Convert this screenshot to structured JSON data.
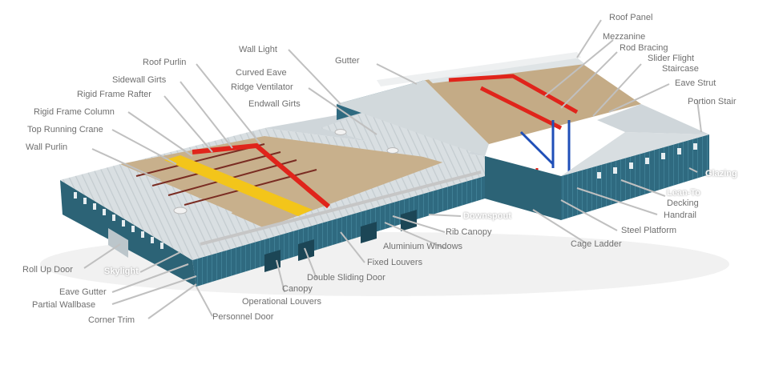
{
  "labels": [
    {
      "id": "roof-panel",
      "text": "Roof Panel"
    },
    {
      "id": "mezzanine",
      "text": "Mezzanine"
    },
    {
      "id": "rod-bracing",
      "text": "Rod Bracing"
    },
    {
      "id": "slider-flight",
      "text": "Slider Flight"
    },
    {
      "id": "staircase",
      "text": "Staircase"
    },
    {
      "id": "eave-strut",
      "text": "Eave Strut"
    },
    {
      "id": "portion-stair",
      "text": "Portion Stair"
    },
    {
      "id": "glazing",
      "text": "Glazing"
    },
    {
      "id": "lean-to",
      "text": "Lean-To"
    },
    {
      "id": "decking",
      "text": "Decking"
    },
    {
      "id": "handrail",
      "text": "Handrail"
    },
    {
      "id": "steel-platform",
      "text": "Steel Platform"
    },
    {
      "id": "cage-ladder",
      "text": "Cage Ladder"
    },
    {
      "id": "downspout",
      "text": "Downspout"
    },
    {
      "id": "rib-canopy",
      "text": "Rib Canopy"
    },
    {
      "id": "aluminium-windows",
      "text": "Aluminium Windows"
    },
    {
      "id": "fixed-louvers",
      "text": "Fixed Louvers"
    },
    {
      "id": "double-sliding-door",
      "text": "Double Sliding Door"
    },
    {
      "id": "canopy",
      "text": "Canopy"
    },
    {
      "id": "operational-louvers",
      "text": "Operational Louvers"
    },
    {
      "id": "personnel-door",
      "text": "Personnel Door"
    },
    {
      "id": "corner-trim",
      "text": "Corner Trim"
    },
    {
      "id": "partial-wallbase",
      "text": "Partial Wallbase"
    },
    {
      "id": "eave-gutter",
      "text": "Eave Gutter"
    },
    {
      "id": "skylight",
      "text": "Skylight"
    },
    {
      "id": "roll-up-door",
      "text": "Roll Up Door"
    },
    {
      "id": "wall-purlin",
      "text": "Wall Purlin"
    },
    {
      "id": "top-running-crane",
      "text": "Top Running Crane"
    },
    {
      "id": "rigid-frame-column",
      "text": "Rigid Frame Column"
    },
    {
      "id": "rigid-frame-rafter",
      "text": "Rigid Frame Rafter"
    },
    {
      "id": "sidewall-girts",
      "text": "Sidewall Girts"
    },
    {
      "id": "roof-purlin",
      "text": "Roof Purlin"
    },
    {
      "id": "wall-light",
      "text": "Wall Light"
    },
    {
      "id": "curved-eave",
      "text": "Curved Eave"
    },
    {
      "id": "ridge-ventilator",
      "text": "Ridge Ventilator"
    },
    {
      "id": "endwall-girts",
      "text": "Endwall Girts"
    },
    {
      "id": "gutter",
      "text": "Gutter"
    }
  ],
  "colors": {
    "wall": "#2f6a80",
    "wall_dark": "#245667",
    "roof": "#d7dde0",
    "steel_red": "#e0241b",
    "crane_yellow": "#f3c51a",
    "floor": "#c9b493",
    "structure_blue": "#1f4fb8"
  }
}
